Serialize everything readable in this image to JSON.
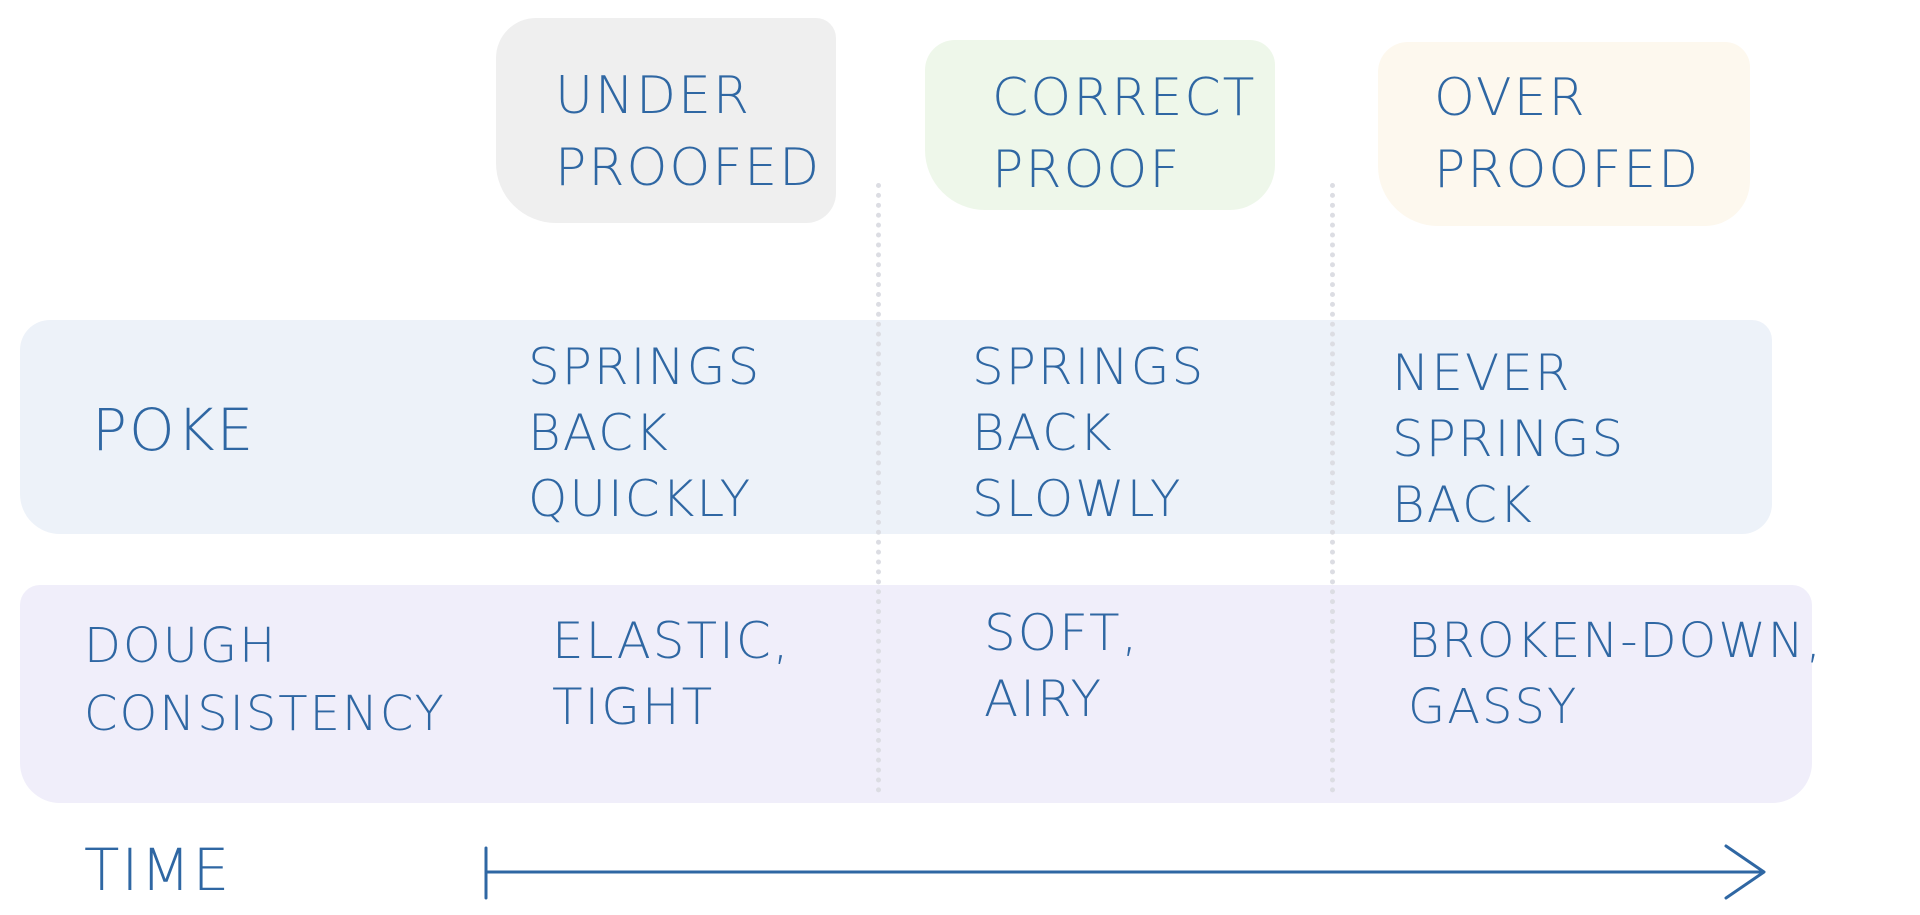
{
  "colors": {
    "ink": "#2f67a3",
    "under_bg": "#efefef",
    "correct_bg": "#eef7ea",
    "over_bg": "#fdf8ee",
    "poke_band": "#edf2f9",
    "dough_band": "#f0eefa",
    "divider": "#dcdde3"
  },
  "columns": [
    {
      "label": "UNDER\nPROOFED"
    },
    {
      "label": "CORRECT\nPROOF"
    },
    {
      "label": "OVER\nPROOFED"
    }
  ],
  "rows": [
    {
      "label": "POKE",
      "cells": [
        "SPRINGS\n BACK\nQUICKLY",
        "SPRINGS\nBACK\n SLOWLY",
        "NEVER\n SPRINGS\n BACK"
      ]
    },
    {
      "label": "DOUGH\nCONSISTENCY",
      "cells": [
        "ELASTIC,\nTIGHT",
        "SOFT,\nAIRY",
        "BROKEN-DOWN,\nGASSY"
      ]
    }
  ],
  "time_axis": {
    "label": "TIME"
  }
}
